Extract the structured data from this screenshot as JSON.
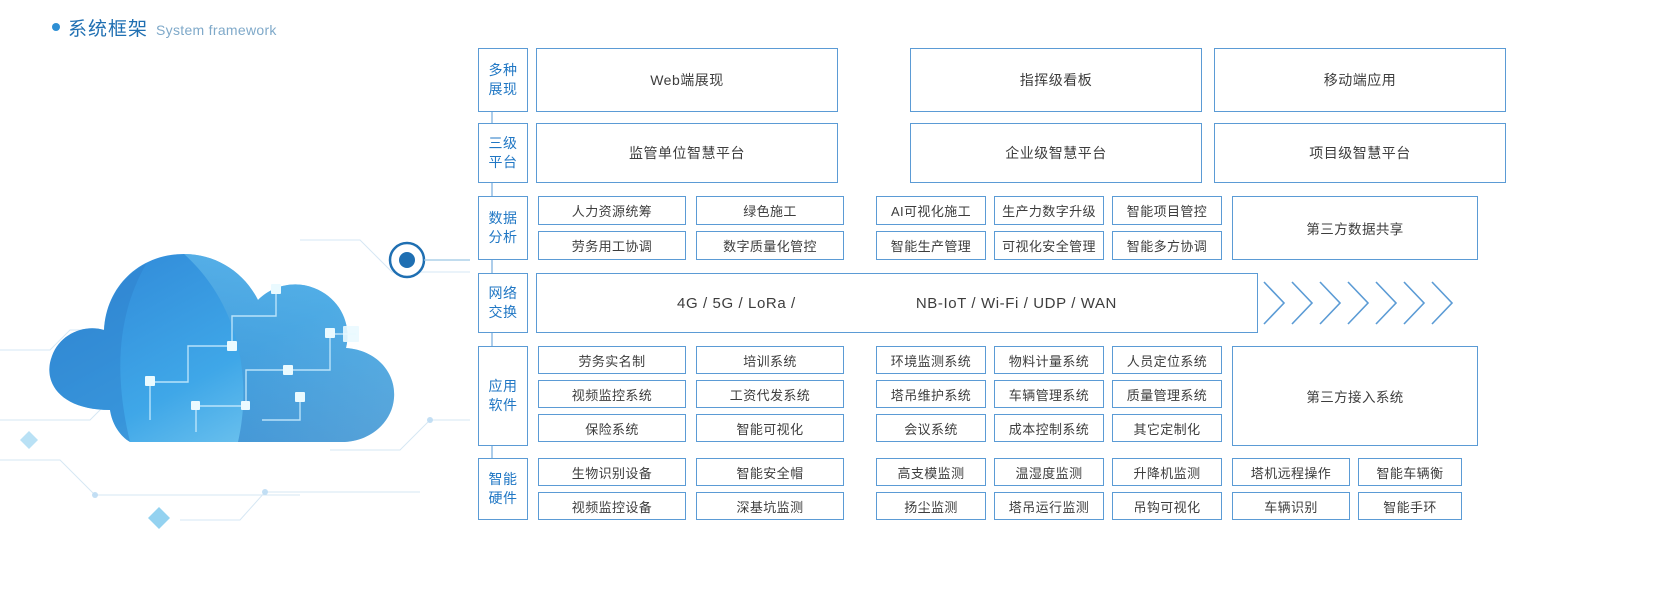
{
  "header": {
    "bullet_color": "#2e8fd4",
    "title_cn": "系统框架",
    "title_en": "System framework"
  },
  "theme": {
    "border": "#5b9bd5",
    "category_text": "#2077c4",
    "body_text": "#3d3d3d",
    "background": "#ffffff"
  },
  "artwork": {
    "name": "cloud-network-illustration",
    "description": "blue technology cloud with circuit nodes and a highlighted connection point"
  },
  "rows": [
    {
      "id": "display",
      "category": [
        "多种",
        "展现"
      ],
      "kind": "wide3",
      "items": [
        "Web端展现",
        "指挥级看板",
        "移动端应用"
      ]
    },
    {
      "id": "platform",
      "category": [
        "三级",
        "平台"
      ],
      "kind": "wide3",
      "items": [
        "监管单位智慧平台",
        "企业级智慧平台",
        "项目级智慧平台"
      ]
    },
    {
      "id": "data-analysis",
      "category": [
        "数据",
        "分析"
      ],
      "kind": "grid-left2-right3-tall",
      "left": [
        "人力资源统筹",
        "绿色施工",
        "劳务用工协调",
        "数字质量化管控"
      ],
      "right": [
        "AI可视化施工",
        "生产力数字升级",
        "智能项目管控",
        "智能生产管理",
        "可视化安全管理",
        "智能多方协调"
      ],
      "tall": "第三方数据共享"
    },
    {
      "id": "network",
      "category": [
        "网络",
        "交换"
      ],
      "kind": "network",
      "labels": [
        "4G / 5G / LoRa /",
        "NB-IoT / Wi-Fi / UDP / WAN"
      ],
      "chevron_count": 7
    },
    {
      "id": "app-software",
      "category": [
        "应用",
        "软件"
      ],
      "kind": "grid-left2-right3-tall",
      "left": [
        "劳务实名制",
        "培训系统",
        "视频监控系统",
        "工资代发系统",
        "保险系统",
        "智能可视化"
      ],
      "right": [
        "环境监测系统",
        "物料计量系统",
        "人员定位系统",
        "塔吊维护系统",
        "车辆管理系统",
        "质量管理系统",
        "会议系统",
        "成本控制系统",
        "其它定制化"
      ],
      "tall": "第三方接入系统"
    },
    {
      "id": "smart-hardware",
      "category": [
        "智能",
        "硬件"
      ],
      "kind": "hardware",
      "left": [
        "生物识别设备",
        "智能安全帽",
        "视频监控设备",
        "深基坑监测"
      ],
      "mid": [
        "高支模监测",
        "温湿度监测",
        "升降机监测",
        "扬尘监测",
        "塔吊运行监测",
        "吊钩可视化"
      ],
      "right": [
        "塔机远程操作",
        "智能车辆衡",
        "车辆识别",
        "智能手环"
      ]
    }
  ]
}
